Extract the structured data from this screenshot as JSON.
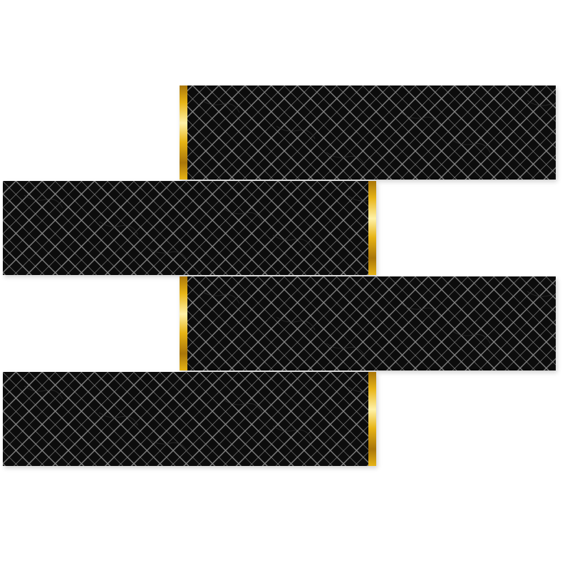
{
  "image": {
    "subject": "herringbone-mosaic-tile-sheet",
    "background_color": "#ffffff",
    "tile_color": "#0c0c0c",
    "grout_color": "#8a8a8a",
    "vein_color": "#3a3a3a",
    "gold_color": "#e7b416",
    "gold_highlight": "#fff2a8",
    "gold_shadow": "#a9760a",
    "strips": [
      {
        "id": "strip-1",
        "gold_side": "left"
      },
      {
        "id": "strip-2",
        "gold_side": "right"
      },
      {
        "id": "strip-3",
        "gold_side": "left"
      },
      {
        "id": "strip-4",
        "gold_side": "right"
      }
    ]
  }
}
